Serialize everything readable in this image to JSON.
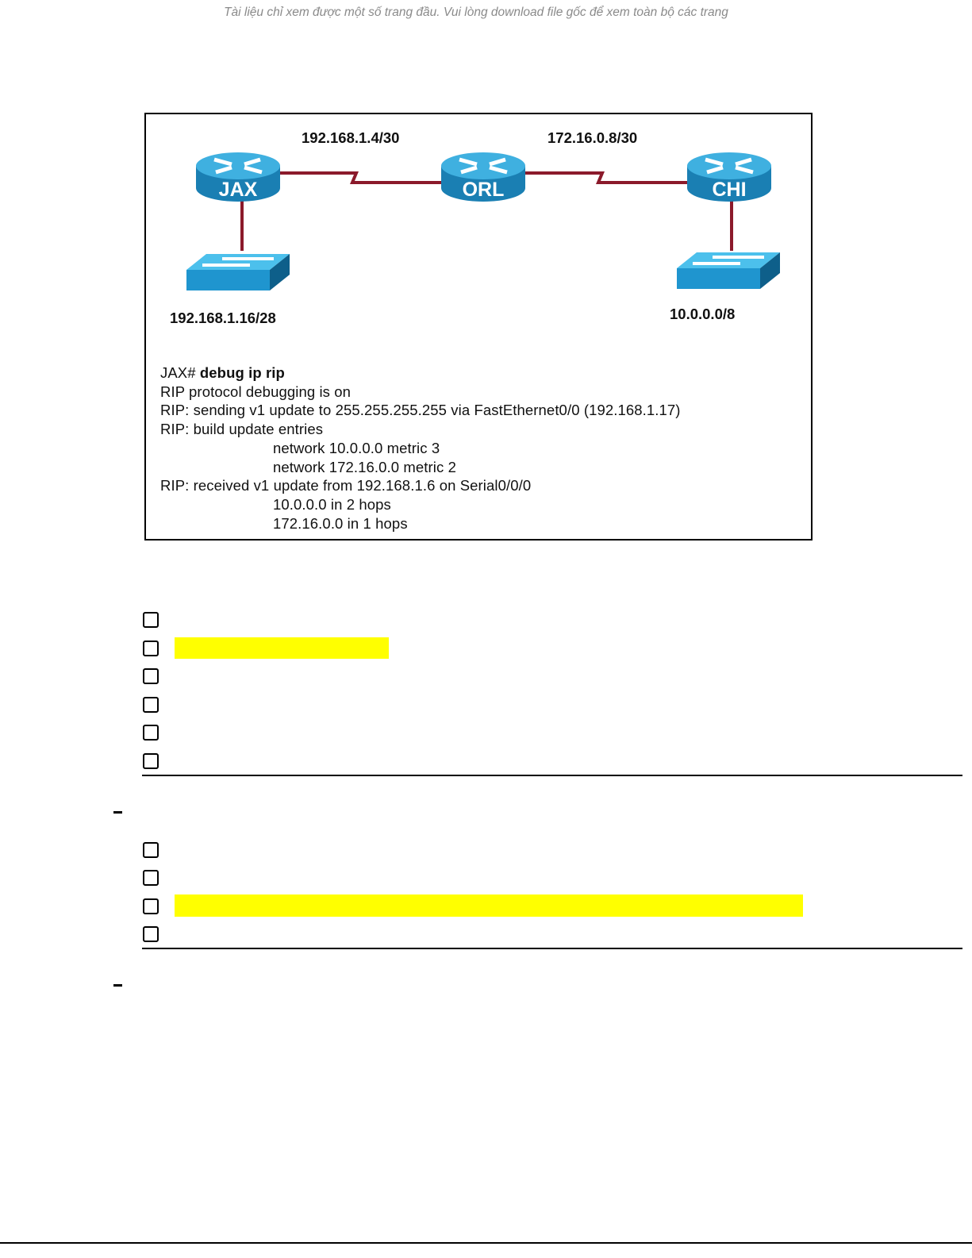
{
  "watermark": "Tài liệu chỉ xem được một số trang đầu. Vui lòng download file gốc để xem toàn bộ các trang",
  "diagram": {
    "routers": [
      "JAX",
      "ORL",
      "CHI"
    ],
    "links": {
      "jax_orl": "192.168.1.4/30",
      "orl_chi": "172.16.0.8/30"
    },
    "lans": {
      "jax": "192.168.1.16/28",
      "chi": "10.0.0.0/8"
    },
    "colors": {
      "router": "#1e8fc4",
      "link": "#8b1a2b"
    },
    "cli": {
      "prompt": "JAX#",
      "command": "debug ip rip",
      "lines": [
        "RIP protocol debugging is on",
        "RIP: sending v1 update to 255.255.255.255 via FastEthernet0/0 (192.168.1.17)",
        "RIP: build update entries",
        "network 10.0.0.0 metric 3",
        "network 172.16.0.0 metric 2",
        "RIP: received v1 update from 192.168.1.6 on Serial0/0/0",
        "10.0.0.0 in 2 hops",
        "172.16.0.0 in 1 hops"
      ]
    }
  },
  "questions": [
    {
      "options": 6,
      "highlighted_option": 2
    },
    {
      "options": 4,
      "highlighted_option": 3
    }
  ]
}
